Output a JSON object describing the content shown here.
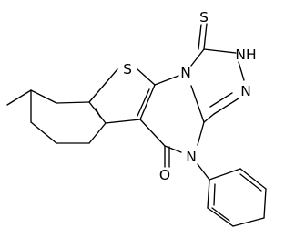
{
  "figure": {
    "type": "chemical-structure",
    "colors": {
      "background": "#ffffff",
      "bond": "#000000",
      "label": "#000000"
    }
  },
  "atoms": {
    "thione_sulfur": "S",
    "thiophene_sulfur": "S",
    "ring_nitrogen_fused": "N",
    "ring_nitrogen_nh": "NH",
    "ring_nitrogen_triazole": "N",
    "ring_nitrogen_phenyl": "N",
    "carbonyl_oxygen": "O"
  }
}
